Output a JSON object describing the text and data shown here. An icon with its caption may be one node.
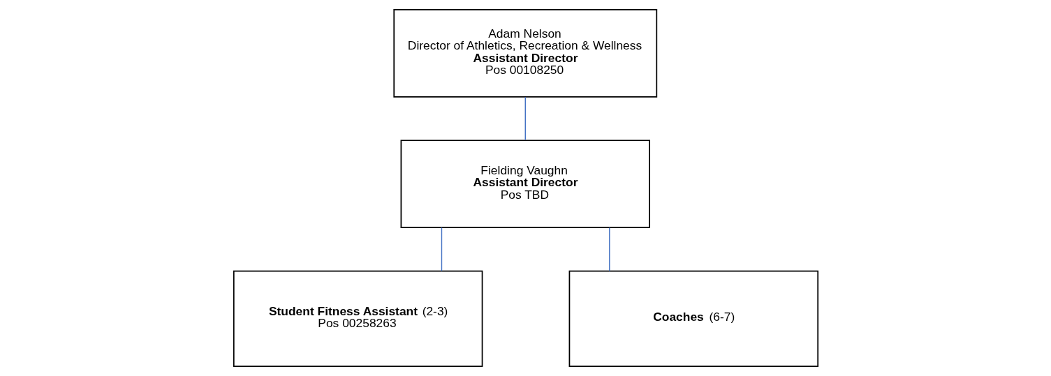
{
  "diagram": {
    "nodes": [
      {
        "text": [
          "Adam Nelson",
          "Director of Athletics, Recreation & Wellness",
          "Assistant Director",
          "Pos 00108250"
        ]
      },
      {
        "text": [
          "Fielding Vaughn",
          "Assistant Director",
          "Pos TBD"
        ]
      },
      {
        "text": [
          "**Student Fitness Assistant** (2-3)",
          "Pos 00258263"
        ]
      },
      {
        "text": [
          "**Coaches** (6-7)"
        ]
      }
    ],
    "edges": [
      {
        "from": 0,
        "to": 1,
        "arrow": "none"
      },
      {
        "from": 1,
        "to": 2,
        "arrow": "none"
      },
      {
        "from": 1,
        "to": 3,
        "arrow": "none"
      }
    ]
  }
}
